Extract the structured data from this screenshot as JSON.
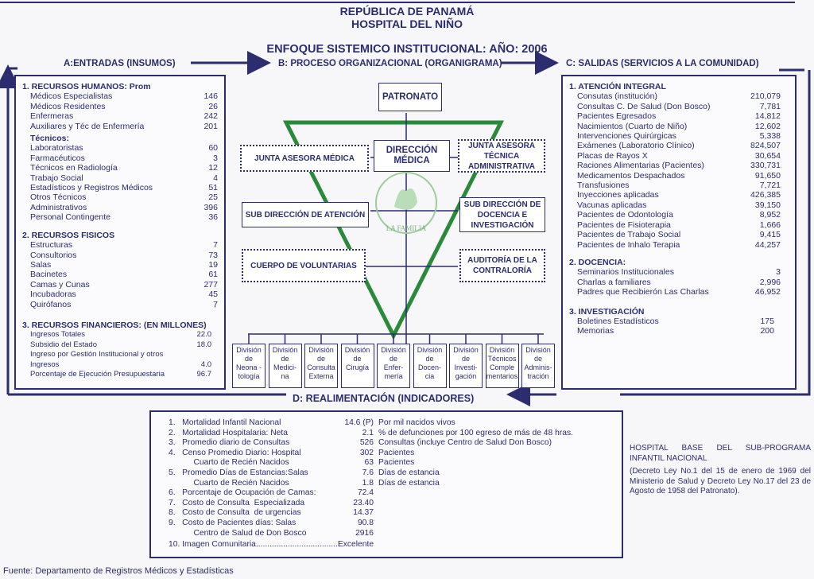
{
  "header": {
    "line1": "REPÚBLICA DE PANAMÁ",
    "line2": "HOSPITAL DEL NIÑO",
    "line3": "ENFOQUE SISTEMICO INSTITUCIONAL: AÑO: 2006"
  },
  "sections": {
    "a": "A:ENTRADAS (INSUMOS)",
    "b": "B: PROCESO ORGANIZACIONAL (ORGANIGRAMA)",
    "c": "C: SALIDAS (SERVICIOS A LA COMUNIDAD)",
    "d": "D: REALIMENTACIÓN  (INDICADORES)"
  },
  "entradas": {
    "rh_title": "1. RECURSOS HUMANOS:  Prom",
    "rh": [
      {
        "label": "Médicos Especialistas",
        "value": "146"
      },
      {
        "label": "Médicos Residentes",
        "value": "26"
      },
      {
        "label": "Enfermeras",
        "value": "242"
      },
      {
        "label": "Auxiliares y Téc de Enfermería",
        "value": "201"
      }
    ],
    "tec_title": "Técnicos:",
    "tec": [
      {
        "label": "Laboratoristas",
        "value": "60"
      },
      {
        "label": "Farmacéuticos",
        "value": "3"
      },
      {
        "label": "Técnicos en Radiología",
        "value": "12"
      },
      {
        "label": "Trabajo Social",
        "value": "4"
      },
      {
        "label": "Estadísticos y Registros Médicos",
        "value": "51"
      },
      {
        "label": "Otros Técnicos",
        "value": "25"
      },
      {
        "label": "Administrativos",
        "value": "396"
      },
      {
        "label": "Personal  Contingente",
        "value": "36"
      }
    ],
    "rf_title": "2. RECURSOS FISICOS",
    "rf": [
      {
        "label": "Estructuras",
        "value": "7"
      },
      {
        "label": "Consultorios",
        "value": "73"
      },
      {
        "label": "Salas",
        "value": "19"
      },
      {
        "label": "Bacinetes",
        "value": "61"
      },
      {
        "label": "Camas y Cunas",
        "value": "277"
      },
      {
        "label": "Incubadoras",
        "value": "45"
      },
      {
        "label": "Quirófanos",
        "value": "7"
      }
    ],
    "rfin_title": "3. RECURSOS FINANCIEROS: (EN MILLONES)",
    "rfin": [
      {
        "label": "Ingresos  Totales",
        "value": "22.0"
      },
      {
        "label": "Subsidio del Estado",
        "value": "18.0"
      },
      {
        "label": "Ingreso por Gestión Institucional y otros",
        "value": ""
      },
      {
        "label": "Ingresos",
        "value": "4.0"
      },
      {
        "label": "Porcentaje de Ejecución Presupuestaria",
        "value": "96.7"
      }
    ]
  },
  "org": {
    "patronato": "PATRONATO",
    "direccion": "DIRECCIÓN MÉDICA",
    "junta_medica": "JUNTA ASESORA MÉDICA",
    "junta_tecnica": "JUNTA ASESORA TÉCNICA ADMINISTRATIVA",
    "sub_atencion": "SUB DIRECCIÓN DE ATENCIÓN",
    "sub_docencia": "SUB DIRECCIÓN DE DOCENCIA E INVESTIGACIÓN",
    "voluntarias": "CUERPO DE VOLUNTARIAS",
    "auditoria": "AUDITORÍA DE LA CONTRALORÍA",
    "logo_text": "LA FAMILIA",
    "divisions": [
      "División\nde\nNeona -\ntología",
      "División\nde\nMedici-\nna",
      "División\nde\nConsulta\nExterna",
      "División\nde\nCirugía",
      "División\nde\nEnfer-\nmería",
      "División\nde\nDocen-\ncia",
      "División\nde\nInvesti-\ngación",
      "División\nTécnicos\nComple\nmentarios",
      "División\nde\nAdminis-\ntración"
    ]
  },
  "salidas": {
    "at_title": "1. ATENCIÓN INTEGRAL",
    "at": [
      {
        "label": "Consutas (institución)",
        "value": "210,079"
      },
      {
        "label": "Consultas C. De Salud (Don Bosco)",
        "value": "7,781"
      },
      {
        "label": "Pacientes Egresados",
        "value": "14,812"
      },
      {
        "label": "Nacimientos (Cuarto de Niño)",
        "value": "12,602"
      },
      {
        "label": "Intervenciones Quirúrgicas",
        "value": "5,338"
      },
      {
        "label": "Exámenes (Laboratorio Clínico)",
        "value": "824,507"
      },
      {
        "label": "Placas de Rayos X",
        "value": "30,654"
      },
      {
        "label": "Raciones Alimentarias (Pacientes)",
        "value": "330,731"
      },
      {
        "label": "Medicamentos Despachados",
        "value": "91,650"
      },
      {
        "label": "Transfusiones",
        "value": "7,721"
      },
      {
        "label": "Inyecciones aplicadas",
        "value": "426,385"
      },
      {
        "label": "Vacunas aplicadas",
        "value": "39,150"
      },
      {
        "label": "Pacientes de Odontología",
        "value": "8,952"
      },
      {
        "label": "Pacientes de Fisioterapia",
        "value": "1,666"
      },
      {
        "label": "Pacientes de Trabajo Social",
        "value": "9,415"
      },
      {
        "label": "Pacientes de Inhalo Terapia",
        "value": "44,257"
      }
    ],
    "doc_title": "2. DOCENCIA:",
    "doc": [
      {
        "label": "Seminarios Institucionales",
        "value": "3"
      },
      {
        "label": "Charlas a familiares",
        "value": "2,996"
      },
      {
        "label": "Padres que Recibierón Las Charlas",
        "value": "46,952"
      }
    ],
    "inv_title": "3. INVESTIGACIÓN",
    "inv": [
      {
        "label": "Boletines Estadísticos",
        "value": "175"
      },
      {
        "label": "Memorias",
        "value": "200"
      }
    ]
  },
  "realimentacion": [
    {
      "label": "1.   Mortalidad Infantil Nacional",
      "value": "14.6 (P)",
      "desc": "Por mil nacidos vivos"
    },
    {
      "label": "2.   Mortalidad Hospitalaria: Neta",
      "value": "2.1",
      "desc": "% de defunciones por 100 egreso de más de 48 hras."
    },
    {
      "label": "3.   Promedio diario de Consultas",
      "value": "526",
      "desc": "Consultas (incluye Centro de Salud Don Bosco)"
    },
    {
      "label": "4.   Censo Promedio Diario: Hospital",
      "value": "302",
      "desc": "Pacientes"
    },
    {
      "label": "           Cuarto de Recién Nacidos",
      "value": "63",
      "desc": "Pacientes"
    },
    {
      "label": "5.   Promedio Días de Estancias:Salas",
      "value": "7.6",
      "desc": "Días de estancia"
    },
    {
      "label": "           Cuarto de Recién Nacidos",
      "value": "1.8",
      "desc": "Días de estancia"
    },
    {
      "label": "6.   Porcentaje de Ocupación de Camas:",
      "value": "72.4",
      "desc": ""
    },
    {
      "label": "7.   Costo de Consulta  Especializada",
      "value": "23.40",
      "desc": ""
    },
    {
      "label": "8.   Costo de Consulta  de urgencias",
      "value": "14.37",
      "desc": ""
    },
    {
      "label": "9.   Costo de Pacientes días: Salas",
      "value": "90.8",
      "desc": ""
    },
    {
      "label": "           Centro de Salud de Don Bosco",
      "value": "2916",
      "desc": ""
    }
  ],
  "realimentacion_last": "10. Imagen Comunitaria....................................Excelente",
  "note": {
    "title": "HOSPITAL  BASE  DEL  SUB-PROGRAMA INFANTIL NACIONAL",
    "body": "(Decreto Ley No.1 del 15 de enero de 1969 del Ministerio de Salud y Decreto Ley No.17 del 23 de Agosto de 1958 del Patronato)."
  },
  "footer": "Fuente: Departamento de Registros Médicos y Estadísticas",
  "colors": {
    "navy": "#2b2d6e",
    "green": "#2a8a3a"
  }
}
